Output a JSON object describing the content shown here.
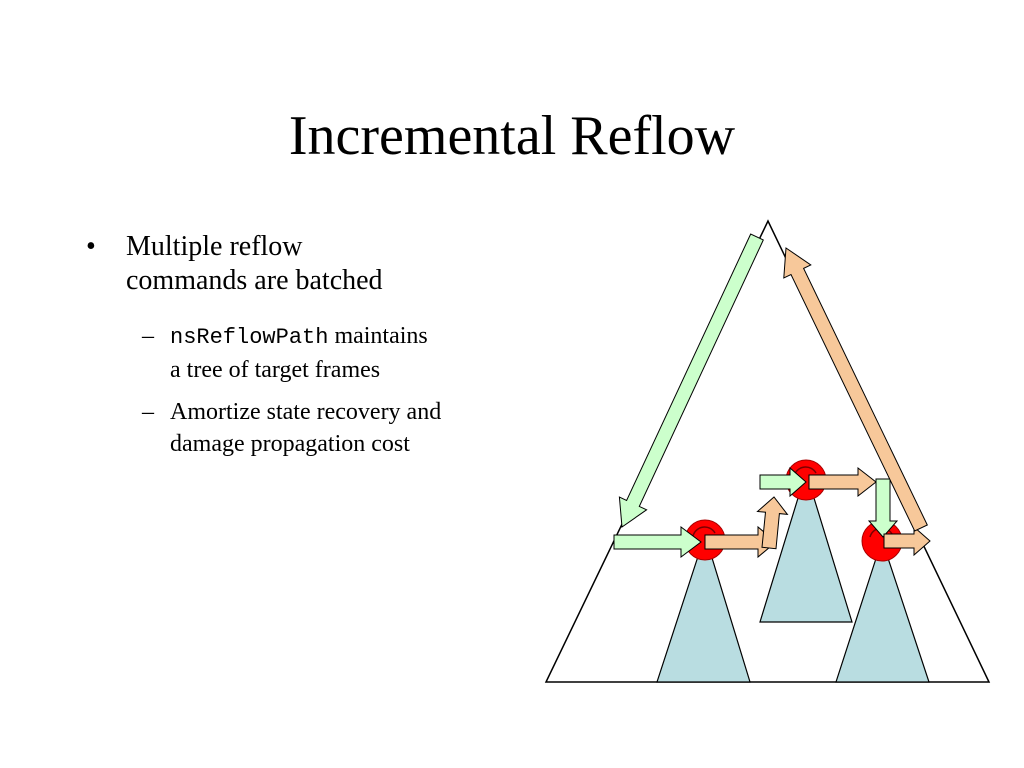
{
  "slide": {
    "title": "Incremental Reflow",
    "bullet_marker": "•",
    "dash_marker": "–",
    "bullet1": {
      "line1": "Multiple reflow",
      "line2": "commands are batched"
    },
    "sub1": {
      "code": "nsReflowPath",
      "text_after_code": " maintains",
      "line2": "a tree of target frames"
    },
    "sub2": {
      "line1": "Amortize state recovery and",
      "line2": "damage propagation cost"
    }
  },
  "diagram": {
    "colors": {
      "outline": "#000000",
      "subtree_fill": "#b9dde1",
      "target_node": "#ff0000",
      "descent_arrow": "#ccffcc",
      "return_arrow": "#f7c89a",
      "arrow_border": "#000000"
    }
  }
}
